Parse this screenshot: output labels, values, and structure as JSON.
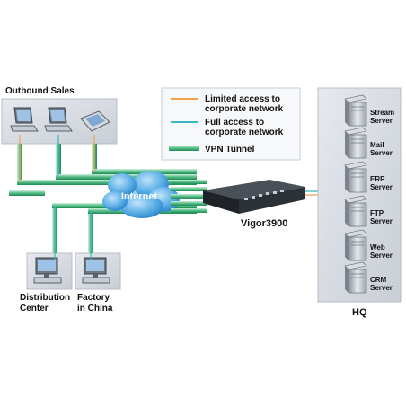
{
  "legend": {
    "limited_line1": "Limited access to",
    "limited_line2": "corporate network",
    "full_line1": "Full access to",
    "full_line2": "corporate network",
    "vpn": "VPN Tunnel"
  },
  "groups": {
    "outbound_sales": "Outbound  Sales",
    "distribution_line1": "Distribution",
    "distribution_line2": "Center",
    "factory_line1": "Factory",
    "factory_line2": "in China",
    "hq": "HQ"
  },
  "cloud": {
    "label": "Internet"
  },
  "router": {
    "label": "Vigor3900"
  },
  "servers": [
    {
      "line1": "Stream",
      "line2": "Server"
    },
    {
      "line1": "Mail",
      "line2": "Server"
    },
    {
      "line1": "ERP",
      "line2": "Server"
    },
    {
      "line1": "FTP",
      "line2": "Server"
    },
    {
      "line1": "Web",
      "line2": "Server"
    },
    {
      "line1": "CRM",
      "line2": "Server"
    }
  ],
  "colors": {
    "limited_access": "#f0a050",
    "full_access": "#3bb6c2",
    "vpn_tunnel": "#35b37a",
    "panel": "#d9dde3",
    "cloud": "#4aa6e0",
    "router": "#1f2328"
  },
  "icons": {
    "laptop": "laptop-icon",
    "pda": "pda-icon",
    "desktop": "desktop-computer-icon",
    "cloud": "cloud-icon",
    "router": "router-icon",
    "server": "server-tower-icon"
  }
}
